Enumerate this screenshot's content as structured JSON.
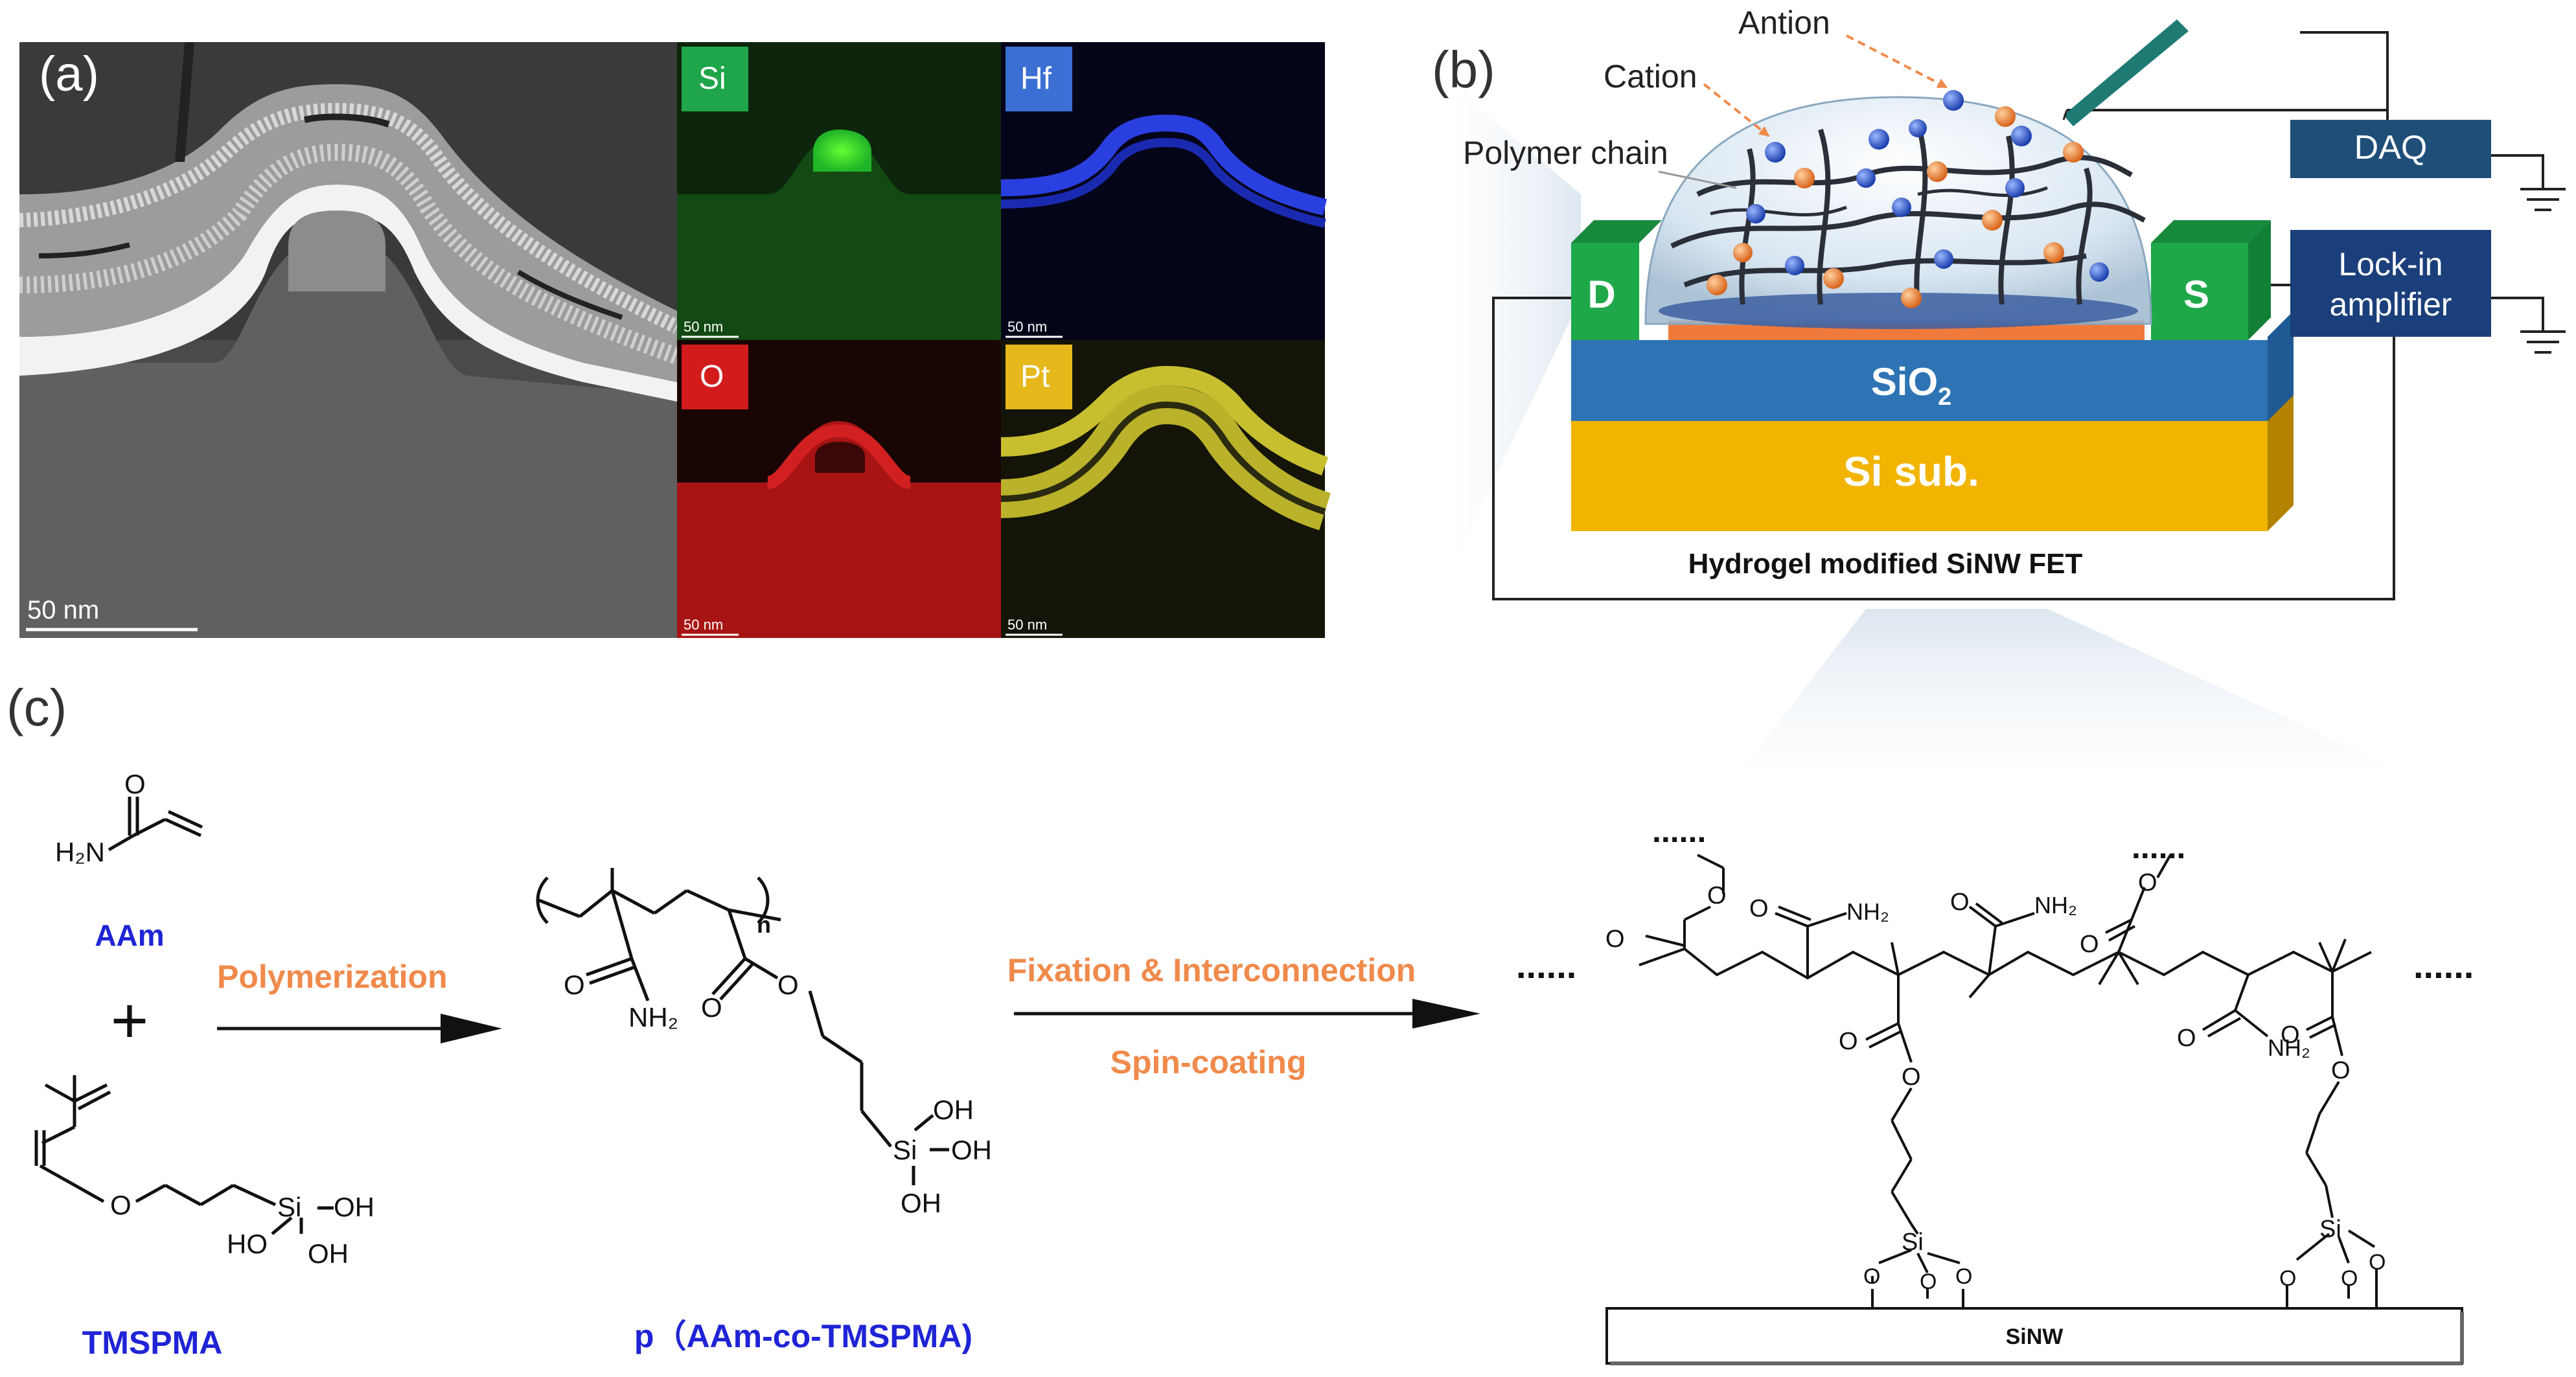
{
  "panel_a": {
    "label": "(a)",
    "main_scale": "50 nm",
    "maps": [
      {
        "element": "Si",
        "badge_color": "#1fa54a",
        "signal_color": "#22c02a",
        "scale": "50 nm"
      },
      {
        "element": "Hf",
        "badge_color": "#3b6fd4",
        "signal_color": "#2a3fe0",
        "scale": "50 nm"
      },
      {
        "element": "O",
        "badge_color": "#d21c1c",
        "signal_color": "#c41a1a",
        "scale": "50 nm"
      },
      {
        "element": "Pt",
        "badge_color": "#e6b81c",
        "signal_color": "#b9b22a",
        "scale": "50 nm"
      }
    ]
  },
  "panel_b": {
    "label": "(b)",
    "antion": "Antion",
    "cation": "Cation",
    "polymer_chain": "Polymer chain",
    "drain": "D",
    "source": "S",
    "oxide": "SiO",
    "oxide_sub": "2",
    "substrate": "Si sub.",
    "caption": "Hydrogel modified SiNW FET",
    "daq": "DAQ",
    "lockin_1": "Lock-in",
    "lockin_2": "amplifier",
    "colors": {
      "contact": "#1ea84a",
      "oxide": "#2e74b5",
      "substrate": "#f2b400",
      "box": "#1f4e79"
    }
  },
  "panel_c": {
    "label": "(c)",
    "aam": "AAm",
    "tmspma": "TMSPMA",
    "plus": "+",
    "polymerization": "Polymerization",
    "copolymer": "p（AAm-co-TMSPMA)",
    "fixation": "Fixation & Interconnection",
    "spin": "Spin-coating",
    "sinw": "SiNW",
    "ellipsis": "......",
    "atoms": {
      "o": "O",
      "h2n": "H₂N",
      "nh2": "NH₂",
      "oh": "OH",
      "si": "Si",
      "ho": "HO",
      "n": "n"
    },
    "colors": {
      "label_blue": "#1f24d6",
      "reaction_orange": "#f08a4b"
    }
  }
}
